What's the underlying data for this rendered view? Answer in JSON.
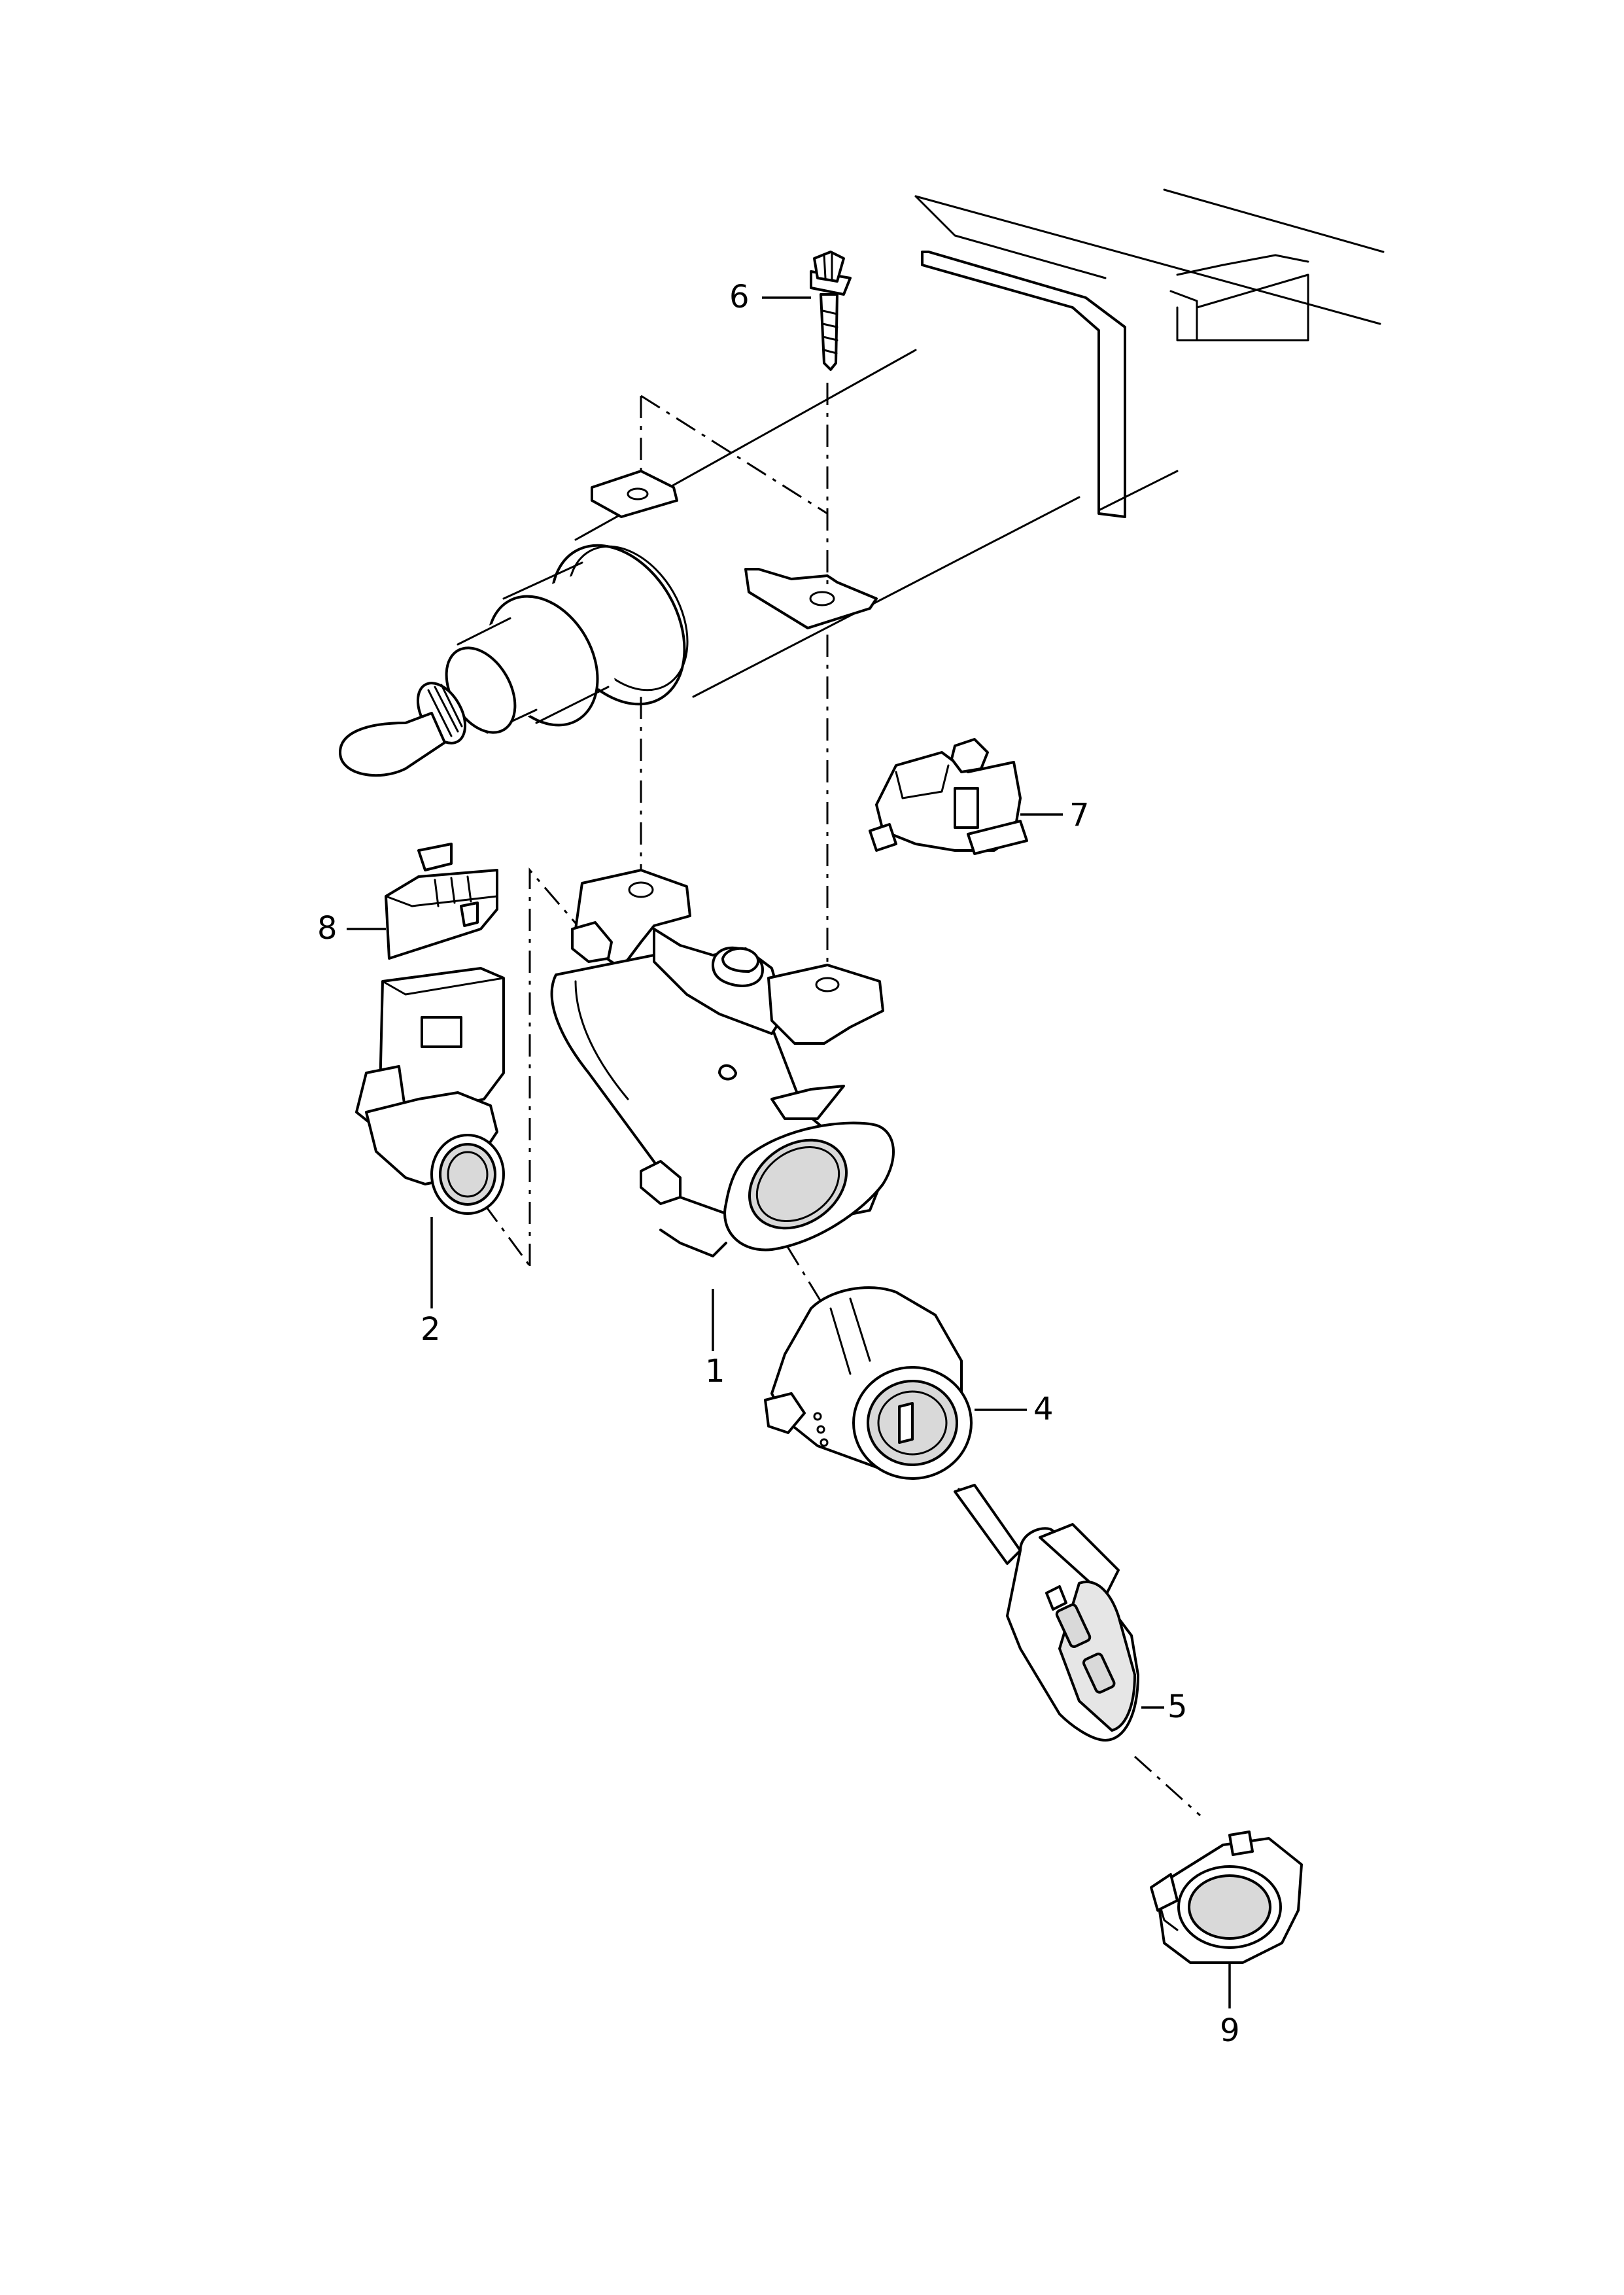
{
  "callouts": {
    "p1": "1",
    "p2": "2",
    "p4": "4",
    "p5": "5",
    "p6": "6",
    "p7": "7",
    "p8": "8",
    "p9": "9"
  },
  "colors": {
    "line": "#000000",
    "background": "#ffffff",
    "shading": "#d9d9d9"
  }
}
